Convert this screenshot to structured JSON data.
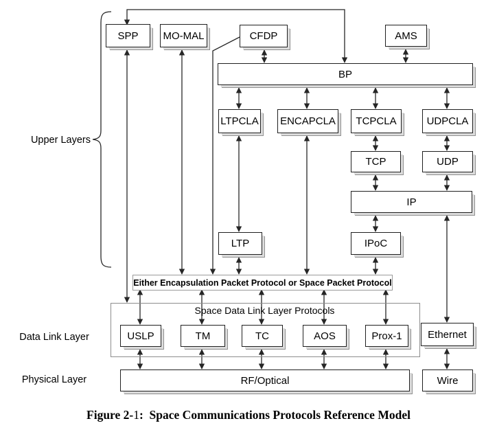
{
  "figure": {
    "caption": {
      "prefix": "Figure 2-",
      "number": "1",
      "rest": ":  Space Communications Protocols Reference Model"
    },
    "layer_labels": {
      "upper": "Upper Layers",
      "data_link": "Data Link Layer",
      "physical": "Physical Layer"
    },
    "encap_bar": "Either Encapsulation Packet Protocol or Space Packet Protocol",
    "sdll_container": "Space Data Link Layer Protocols",
    "boxes": {
      "spp": "SPP",
      "mo_mal": "MO-MAL",
      "cfdp": "CFDP",
      "ams": "AMS",
      "bp": "BP",
      "ltpcla": "LTPCLA",
      "encapcla": "ENCAPCLA",
      "tcpcla": "TCPCLA",
      "udpcla": "UDPCLA",
      "tcp": "TCP",
      "udp": "UDP",
      "ip": "IP",
      "ltp": "LTP",
      "ipoc": "IPoC",
      "uslp": "USLP",
      "tm": "TM",
      "tc": "TC",
      "aos": "AOS",
      "prox1": "Prox-1",
      "ethernet": "Ethernet",
      "rf_optical": "RF/Optical",
      "wire": "Wire"
    },
    "colors": {
      "line": "#262626",
      "box_border": "#1f1f1f",
      "box_fill": "#ffffff",
      "shadow": "#dcdcdc",
      "shadow_edge": "#8f8f8f",
      "bar_border": "#9a9a9a",
      "container_border": "#8c8c8c"
    }
  }
}
